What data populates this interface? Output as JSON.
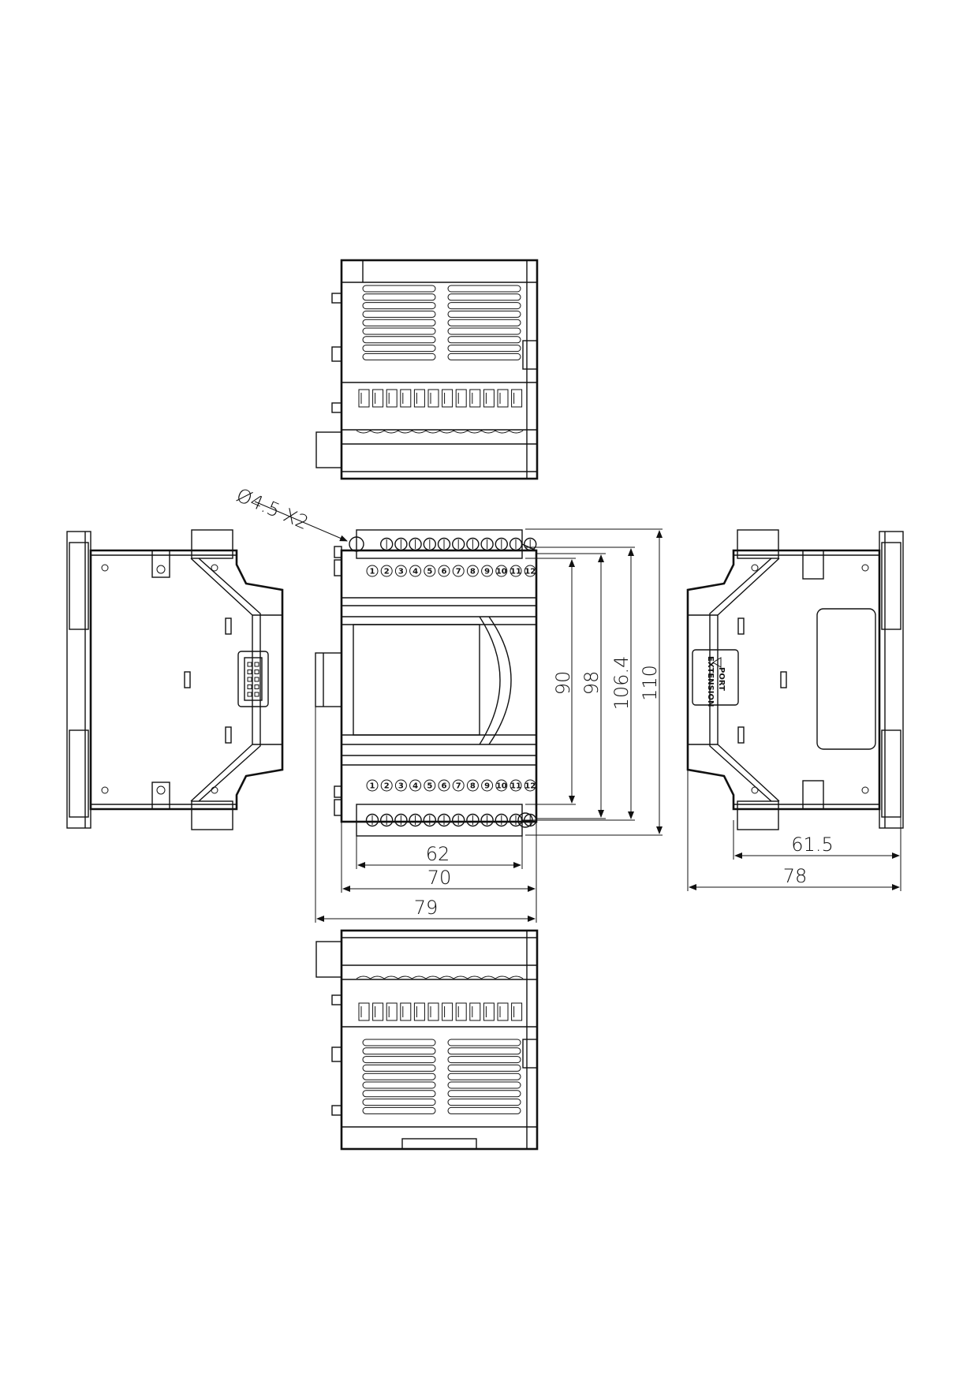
{
  "drawing": {
    "hole_callout": "Ø4.5  X2",
    "terminal_numbers": [
      "1",
      "2",
      "3",
      "4",
      "5",
      "6",
      "7",
      "8",
      "9",
      "10",
      "11",
      "12"
    ],
    "extension_port_label": [
      "EXTENSION",
      "PORT"
    ],
    "dimensions": {
      "width_62": "62",
      "width_70": "70",
      "width_79": "79",
      "height_90": "90",
      "height_98": "98",
      "height_106_4": "106.4",
      "height_110": "110",
      "depth_61_5": "61.5",
      "depth_78": "78"
    }
  },
  "views": [
    "top-view",
    "front-view",
    "left-side-view",
    "right-side-view",
    "bottom-view"
  ]
}
